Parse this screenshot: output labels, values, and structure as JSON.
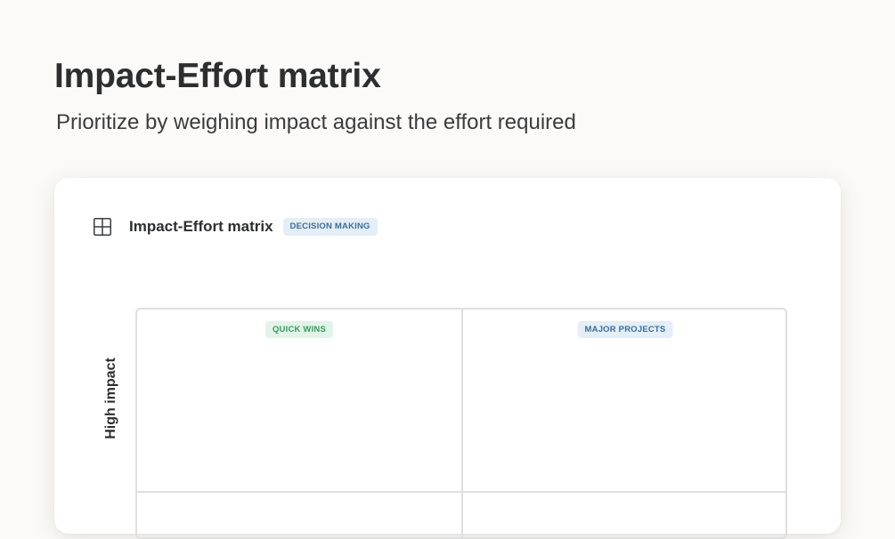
{
  "page": {
    "title": "Impact-Effort matrix",
    "subtitle": "Prioritize by weighing impact against the effort required"
  },
  "card": {
    "icon": "grid-icon",
    "title": "Impact-Effort matrix",
    "category_badge": "DECISION MAKING"
  },
  "matrix": {
    "y_axis_top_label": "High impact",
    "quadrants": {
      "top_left": {
        "label": "QUICK WINS",
        "color": "#3a9a5e",
        "bg": "#e2f4e8"
      },
      "top_right": {
        "label": "MAJOR PROJECTS",
        "color": "#3b6e96",
        "bg": "#e3eef7"
      }
    }
  },
  "colors": {
    "background": "#fbfaf8",
    "card": "#ffffff",
    "text": "#2c2e30",
    "grid_line": "#dfdfdf"
  }
}
